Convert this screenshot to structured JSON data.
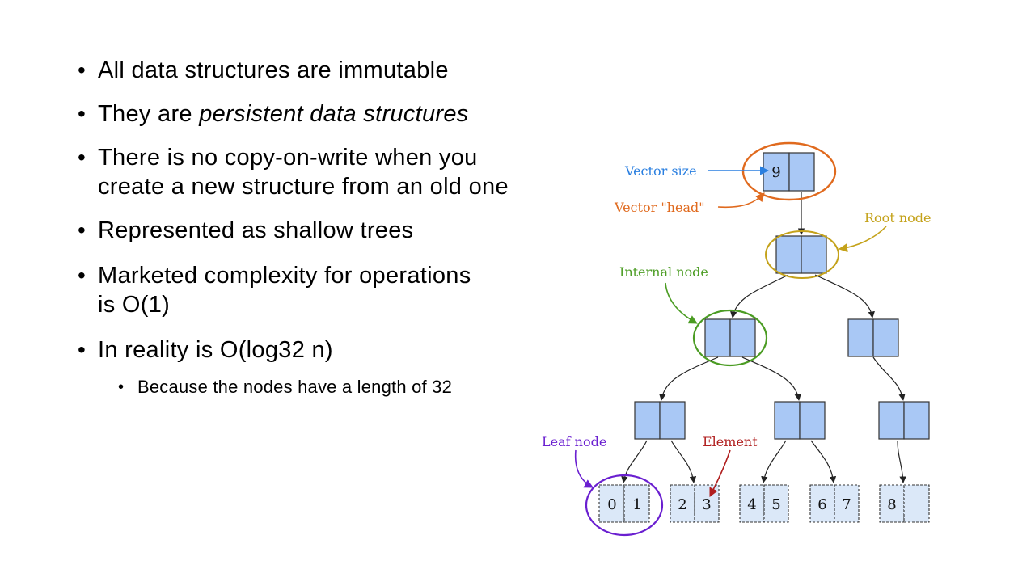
{
  "slide": {
    "bullets": [
      {
        "text": "All data structures are immutable"
      },
      {
        "prefix": "They are ",
        "emphasis": "persistent data structures"
      },
      {
        "line1": "There is no copy-on-write when you",
        "line2": "create a new structure from an old one"
      },
      {
        "text": "Represented as shallow trees"
      },
      {
        "line1": "Marketed complexity for operations",
        "line2": "is O(1)"
      },
      {
        "text": "In reality is O(log32 n)"
      }
    ],
    "sub_bullet": "Because the nodes have a length of 32"
  },
  "diagram": {
    "labels": {
      "vector_size": "Vector size",
      "vector_head": "Vector \"head\"",
      "root_node": "Root node",
      "internal_node": "Internal node",
      "leaf_node": "Leaf node",
      "element": "Element"
    },
    "head_value": "9",
    "leaves": [
      [
        "0",
        "1"
      ],
      [
        "2",
        "3"
      ],
      [
        "4",
        "5"
      ],
      [
        "6",
        "7"
      ],
      [
        "8",
        ""
      ]
    ],
    "colors": {
      "node_fill": "#a9c8f5",
      "leaf_fill": "#dbe8f8",
      "vector_size": "#2a7fe0",
      "vector_head": "#e06a1e",
      "root_node": "#c4a21a",
      "internal_node": "#4b9c23",
      "leaf_node": "#6a1fd0",
      "element": "#b01e1e"
    }
  }
}
